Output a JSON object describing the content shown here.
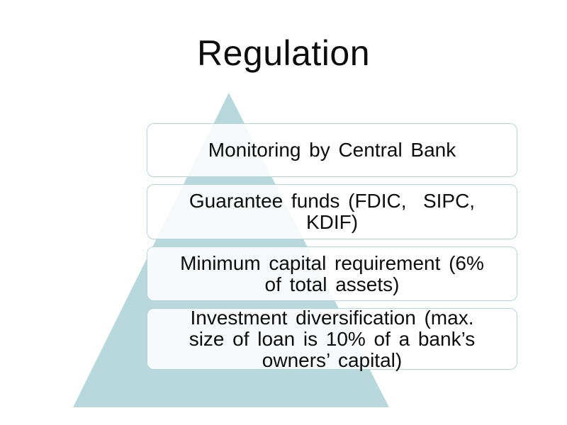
{
  "slide": {
    "title": "Regulation",
    "pyramid": {
      "items": [
        {
          "label": "Monitoring by Central Bank",
          "lines": [
            "Monitoring by Central Bank"
          ]
        },
        {
          "label": "Guarantee funds (FDIC, SIPC, KDIF)",
          "lines": [
            "Guarantee funds (FDIC,  SIPC,",
            "KDIF)"
          ]
        },
        {
          "label": "Minimum capital requirement (6% of total assets)",
          "lines": [
            "Minimum capital requirement (6%",
            "of total assets)"
          ]
        },
        {
          "label": "Investment diversification (max. size of loan is 10% of a bank’s owners’ capital)",
          "lines": [
            "Investment diversification (max.",
            "size of loan is 10% of a bank’s",
            "owners’ capital)"
          ]
        }
      ]
    },
    "colors": {
      "pyramid_fill": "#b8d8db",
      "box_border": "#b5d5de",
      "box_fill": "rgba(255,255,255,0.87)",
      "title_text": "#0d0d0d",
      "body_text": "#0d0d0d",
      "background": "#ffffff"
    }
  }
}
